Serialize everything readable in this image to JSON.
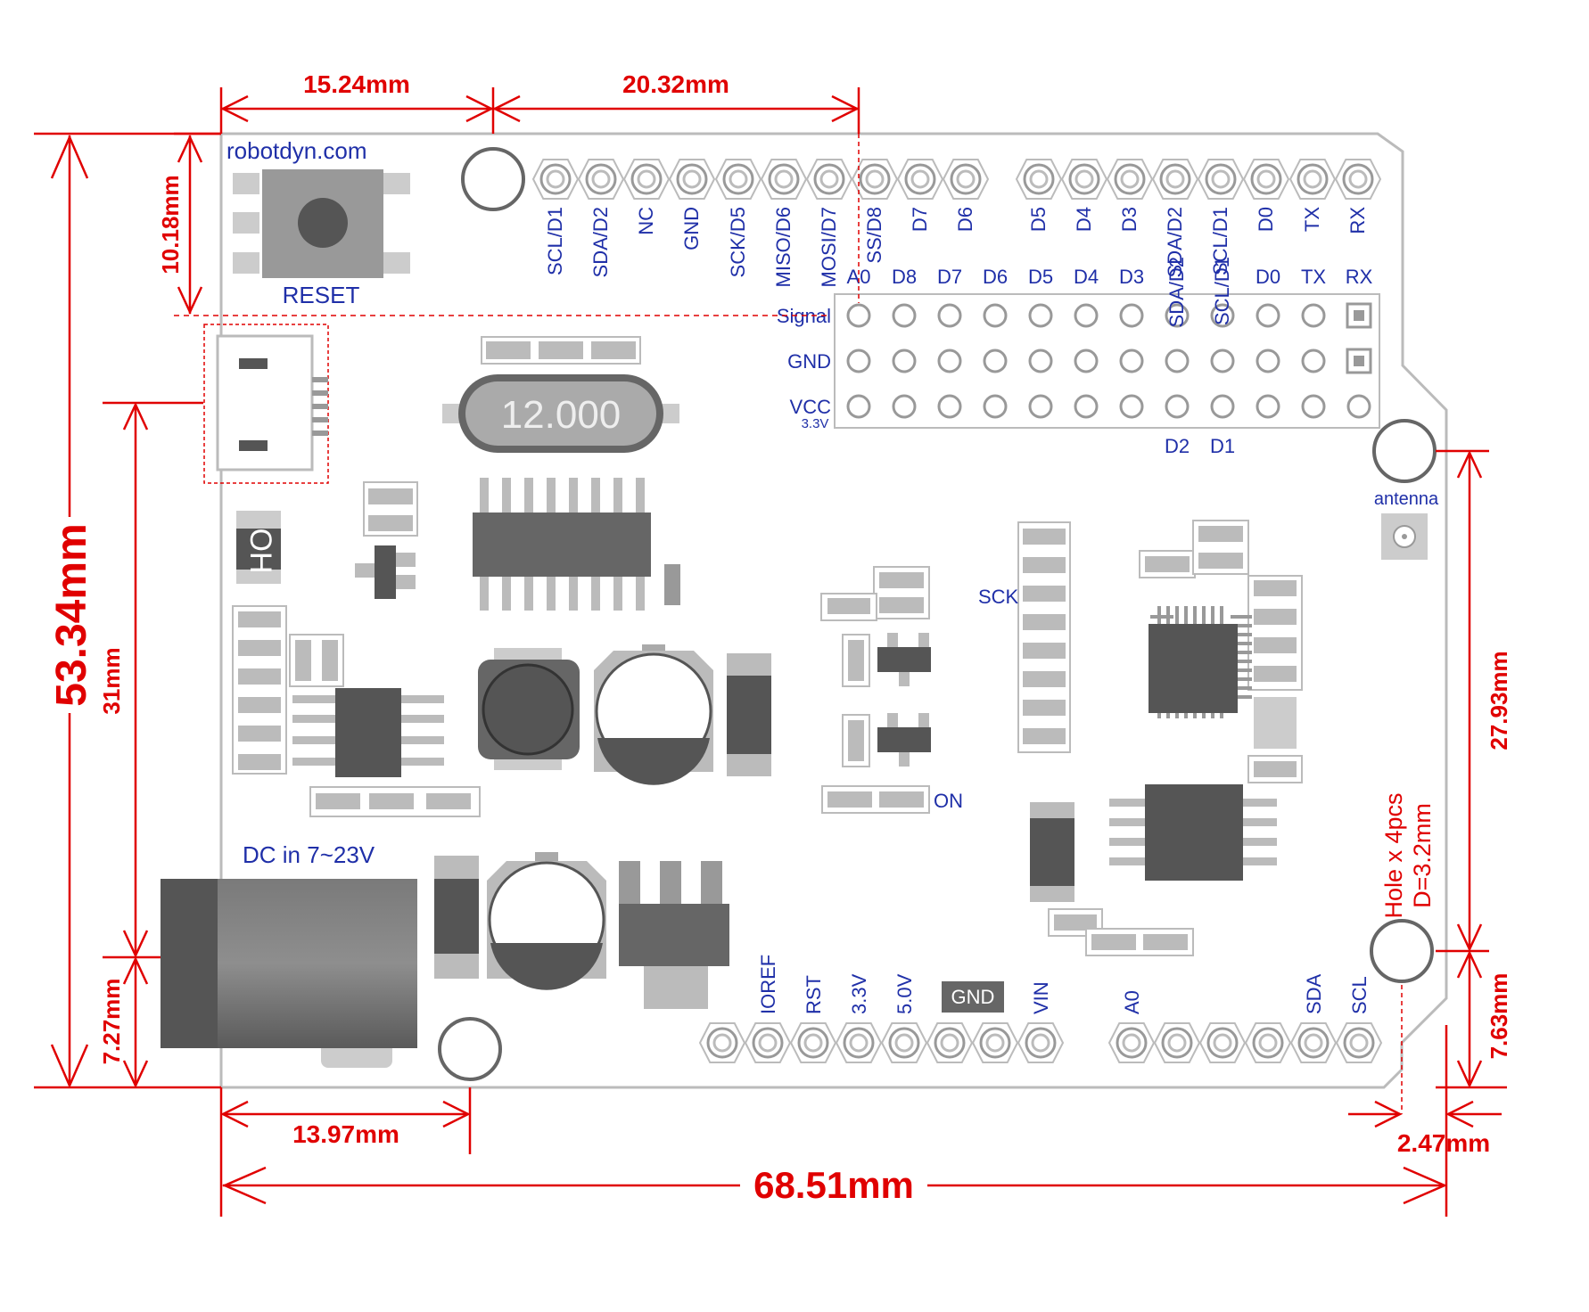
{
  "site": "robotdyn.com",
  "reset_label": "RESET",
  "crystal_label": "12.000",
  "oh_label": "OH",
  "antenna_label": "antenna",
  "sck_label": "SCK",
  "on_label": "ON",
  "dc_label": "DC in 7~23V",
  "hole_label_1": "Hole x 4pcs",
  "hole_label_2": "D=3.2mm",
  "gnd_box_label": "GND",
  "top_pin_labels_left": [
    "SCL/D1",
    "SDA/D2",
    "NC",
    "GND",
    "SCK/D5",
    "MISO/D6",
    "MOSI/D7",
    "SS/D8",
    "D7",
    "D6"
  ],
  "top_pin_labels_right": [
    "D5",
    "D4",
    "D3",
    "SDA/D2",
    "SCL/D1",
    "D0",
    "TX",
    "RX"
  ],
  "header_col_labels": [
    "A0",
    "D8",
    "D7",
    "D6",
    "D5",
    "D4",
    "D3",
    "SDA/D2",
    "SCL/D1",
    "D0",
    "TX",
    "RX"
  ],
  "header_row_labels": [
    "Signal",
    "GND",
    "VCC"
  ],
  "vcc_sub_label": "3.3V",
  "header_bottom_labels": [
    "D2",
    "D1"
  ],
  "bottom_pin_labels_left": [
    "IOREF",
    "RST",
    "3.3V",
    "5.0V",
    "VIN"
  ],
  "bottom_pin_labels_right": [
    "A0",
    "SDA",
    "SCL"
  ],
  "dimensions": {
    "top1": "15.24mm",
    "top2": "20.32mm",
    "left_reset": "10.18mm",
    "height": "53.34mm",
    "left_31": "31mm",
    "left_727": "7.27mm",
    "right_2793": "27.93mm",
    "right_763": "7.63mm",
    "bottom_1397": "13.97mm",
    "width": "68.51mm",
    "bottom_247": "2.47mm"
  },
  "colors": {
    "dimension": "#e00000",
    "label": "#1f2fa8",
    "component": "#666666",
    "component_light": "#bbbbbb"
  }
}
